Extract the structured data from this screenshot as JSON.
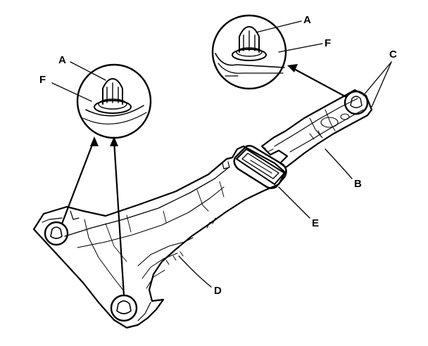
{
  "diagram": {
    "callouts": {
      "a_left": "A",
      "f_left": "F",
      "a_right": "A",
      "f_right": "F",
      "b": "B",
      "c": "C",
      "d": "D",
      "e": "E"
    }
  }
}
